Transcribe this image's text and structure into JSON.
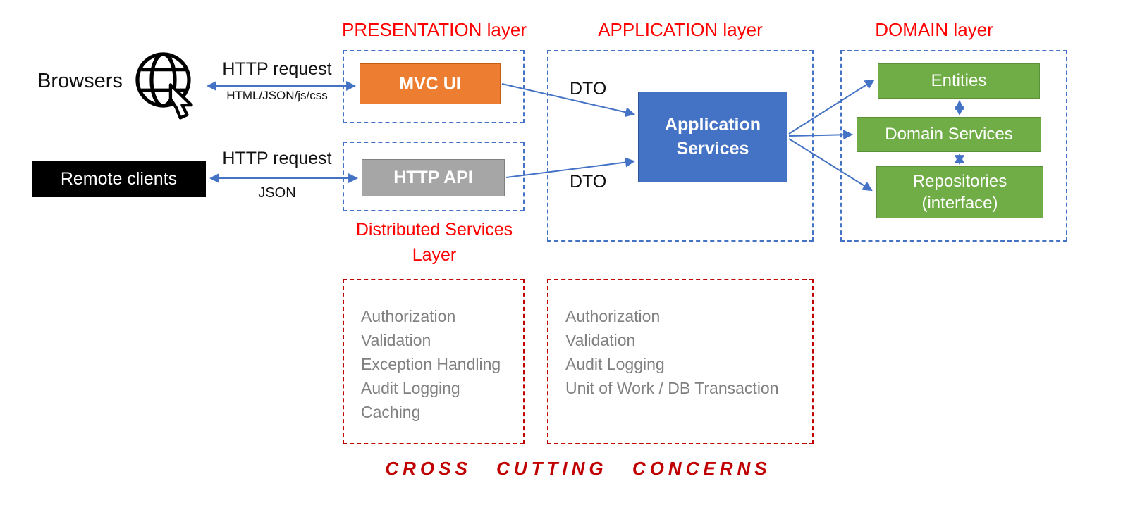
{
  "layer_titles": {
    "presentation": "PRESENTATION layer",
    "application": "APPLICATION layer",
    "domain": "DOMAIN layer",
    "distributed_services": "Distributed Services\nLayer"
  },
  "clients": {
    "browsers": "Browsers",
    "remote_clients": "Remote clients"
  },
  "edges": {
    "browser_http": {
      "label": "HTTP request",
      "sublabel": "HTML/JSON/js/css"
    },
    "remote_http": {
      "label": "HTTP request",
      "sublabel": "JSON"
    },
    "mvc_dto": "DTO",
    "api_dto": "DTO"
  },
  "nodes": {
    "mvc_ui": "MVC UI",
    "http_api": "HTTP API",
    "application_services": "Application\nServices",
    "entities": "Entities",
    "domain_services": "Domain Services",
    "repositories": "Repositories\n(interface)"
  },
  "cross_cutting": {
    "presentation": [
      "Authorization",
      "Validation",
      "Exception Handling",
      "Audit Logging",
      "Caching"
    ],
    "application": [
      "Authorization",
      "Validation",
      "Audit Logging",
      "Unit of Work / DB Transaction"
    ],
    "caption": "CROSS CUTTING CONCERNS"
  },
  "colors": {
    "layer_title_red": "#FF0000",
    "dashed_blue": "#4472C4",
    "dashed_red": "#C00000",
    "orange_box": "#ED7D31",
    "gray_box": "#A6A6A6",
    "blue_box": "#4472C4",
    "green_box": "#70AD47",
    "black_box": "#000000",
    "gray_text": "#808080",
    "arrow_blue": "#4472C4"
  }
}
